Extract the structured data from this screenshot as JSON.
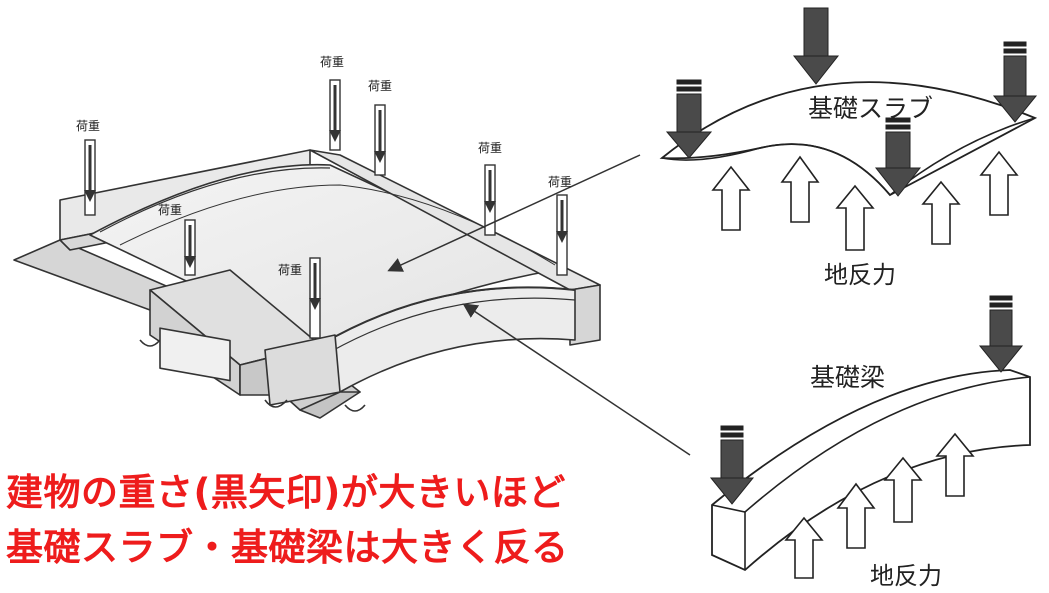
{
  "labels": {
    "load": "荷重",
    "slab": "基礎スラブ",
    "beam": "基礎梁",
    "reaction": "地反力"
  },
  "caption": {
    "line1": "建物の重さ(黒矢印)が大きいほど",
    "line2": "基礎スラブ・基礎梁は大きく反る"
  },
  "colors": {
    "caption": "#ee1c1c",
    "load_arrow": "#4a4a4a",
    "line": "#222222"
  }
}
